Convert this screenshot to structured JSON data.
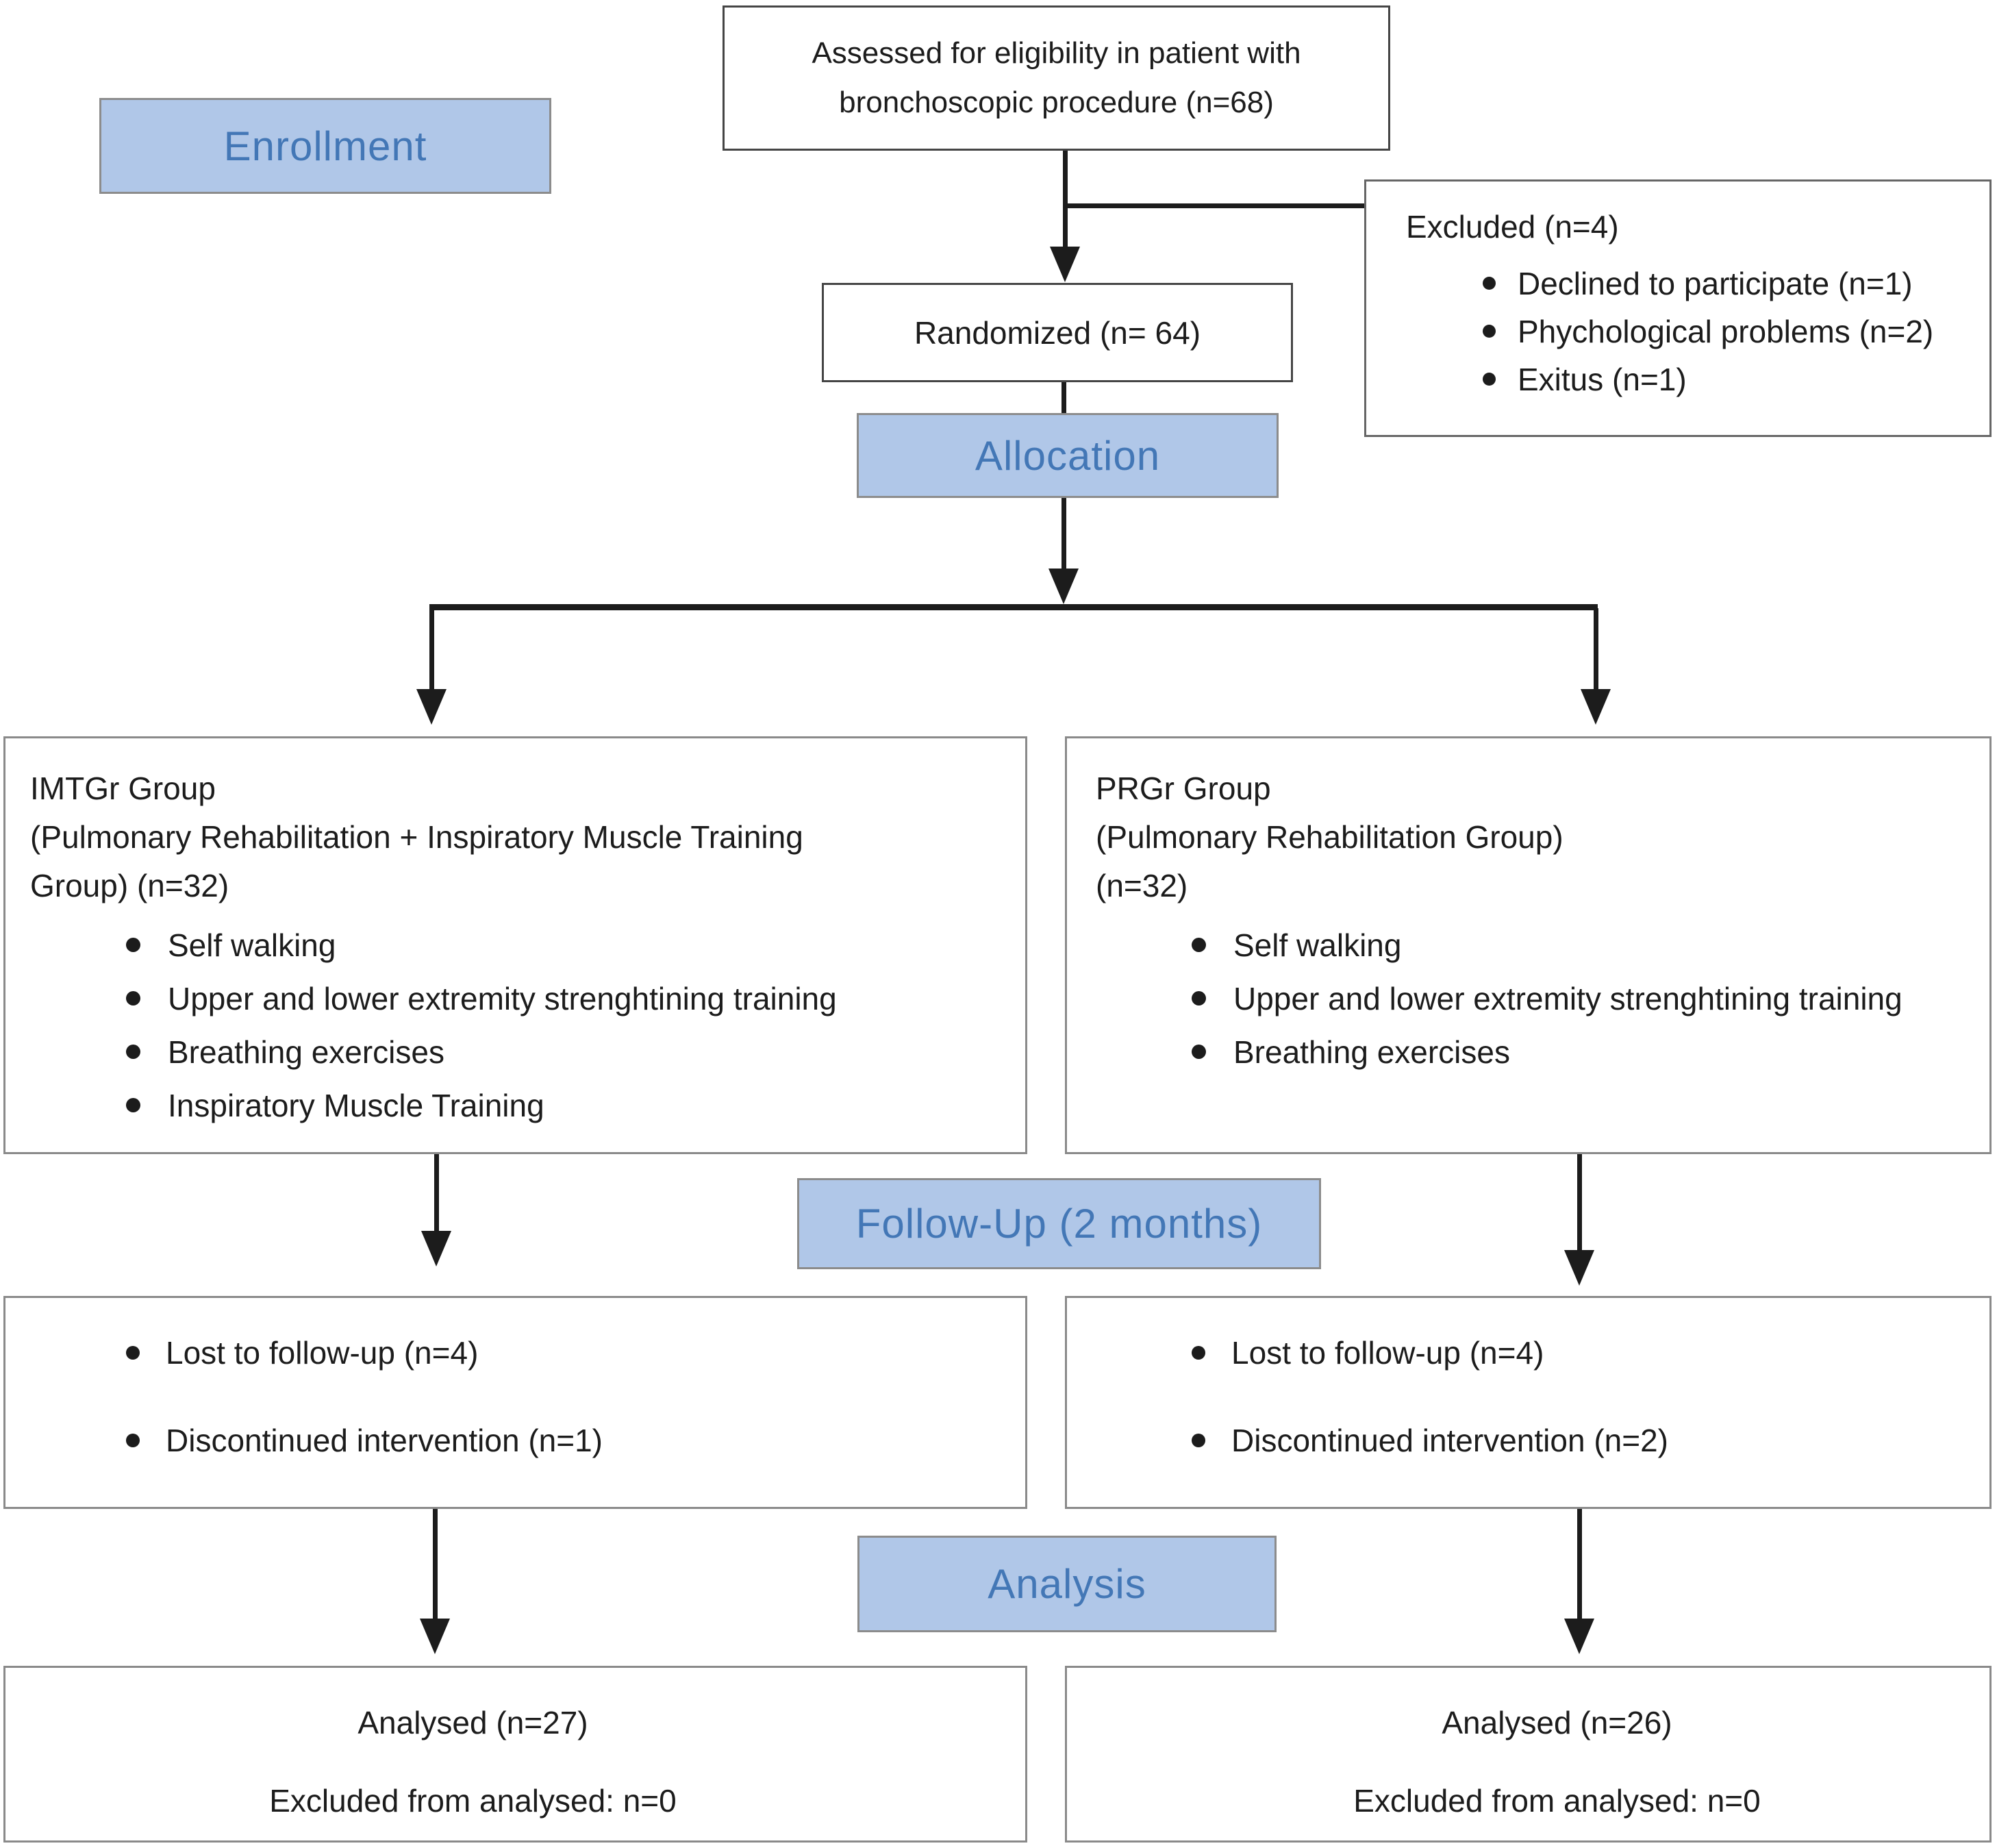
{
  "diagram": {
    "type": "consort-flow-diagram",
    "colors": {
      "stage_fill": "#b0c7e8",
      "stage_text": "#4377b6",
      "box_border": "#8a8a8a",
      "line": "#1c1c1c"
    },
    "stage_labels": {
      "enrollment": "Enrollment",
      "allocation": "Allocation",
      "followup": "Follow-Up (2 months)",
      "analysis": "Analysis"
    },
    "assessed_box": {
      "line1": "Assessed for eligibility in patient with",
      "line2": "bronchoscopic procedure (n=68)"
    },
    "randomized_box": {
      "label": "Randomized (n= 64)"
    },
    "excluded_box": {
      "title": "Excluded (n=4)",
      "items": [
        "Declined to participate (n=1)",
        "Phychological problems (n=2)",
        "Exitus (n=1)"
      ]
    },
    "imtgr_box": {
      "heading_line1": "IMTGr Group",
      "heading_line2": "(Pulmonary Rehabilitation + Inspiratory Muscle Training",
      "heading_line3": "Group) (n=32)",
      "bullets": [
        "Self walking",
        "Upper and lower extremity strenghtining training",
        "Breathing exercises",
        "Inspiratory Muscle Training"
      ]
    },
    "prgr_box": {
      "heading_line1": "PRGr Group",
      "heading_line2": "(Pulmonary Rehabilitation Group)",
      "heading_line3": "(n=32)",
      "bullets": [
        "Self walking",
        "Upper and lower extremity strenghtining training",
        "Breathing exercises"
      ]
    },
    "followup_left_box": {
      "bullets": [
        "Lost to follow-up (n=4)",
        "Discontinued intervention (n=1)"
      ]
    },
    "followup_right_box": {
      "bullets": [
        "Lost to follow-up (n=4)",
        "Discontinued intervention (n=2)"
      ]
    },
    "analysis_left_box": {
      "line1": "Analysed (n=27)",
      "line2": "Excluded from analysed: n=0"
    },
    "analysis_right_box": {
      "line1": "Analysed (n=26)",
      "line2": "Excluded from analysed: n=0"
    }
  }
}
